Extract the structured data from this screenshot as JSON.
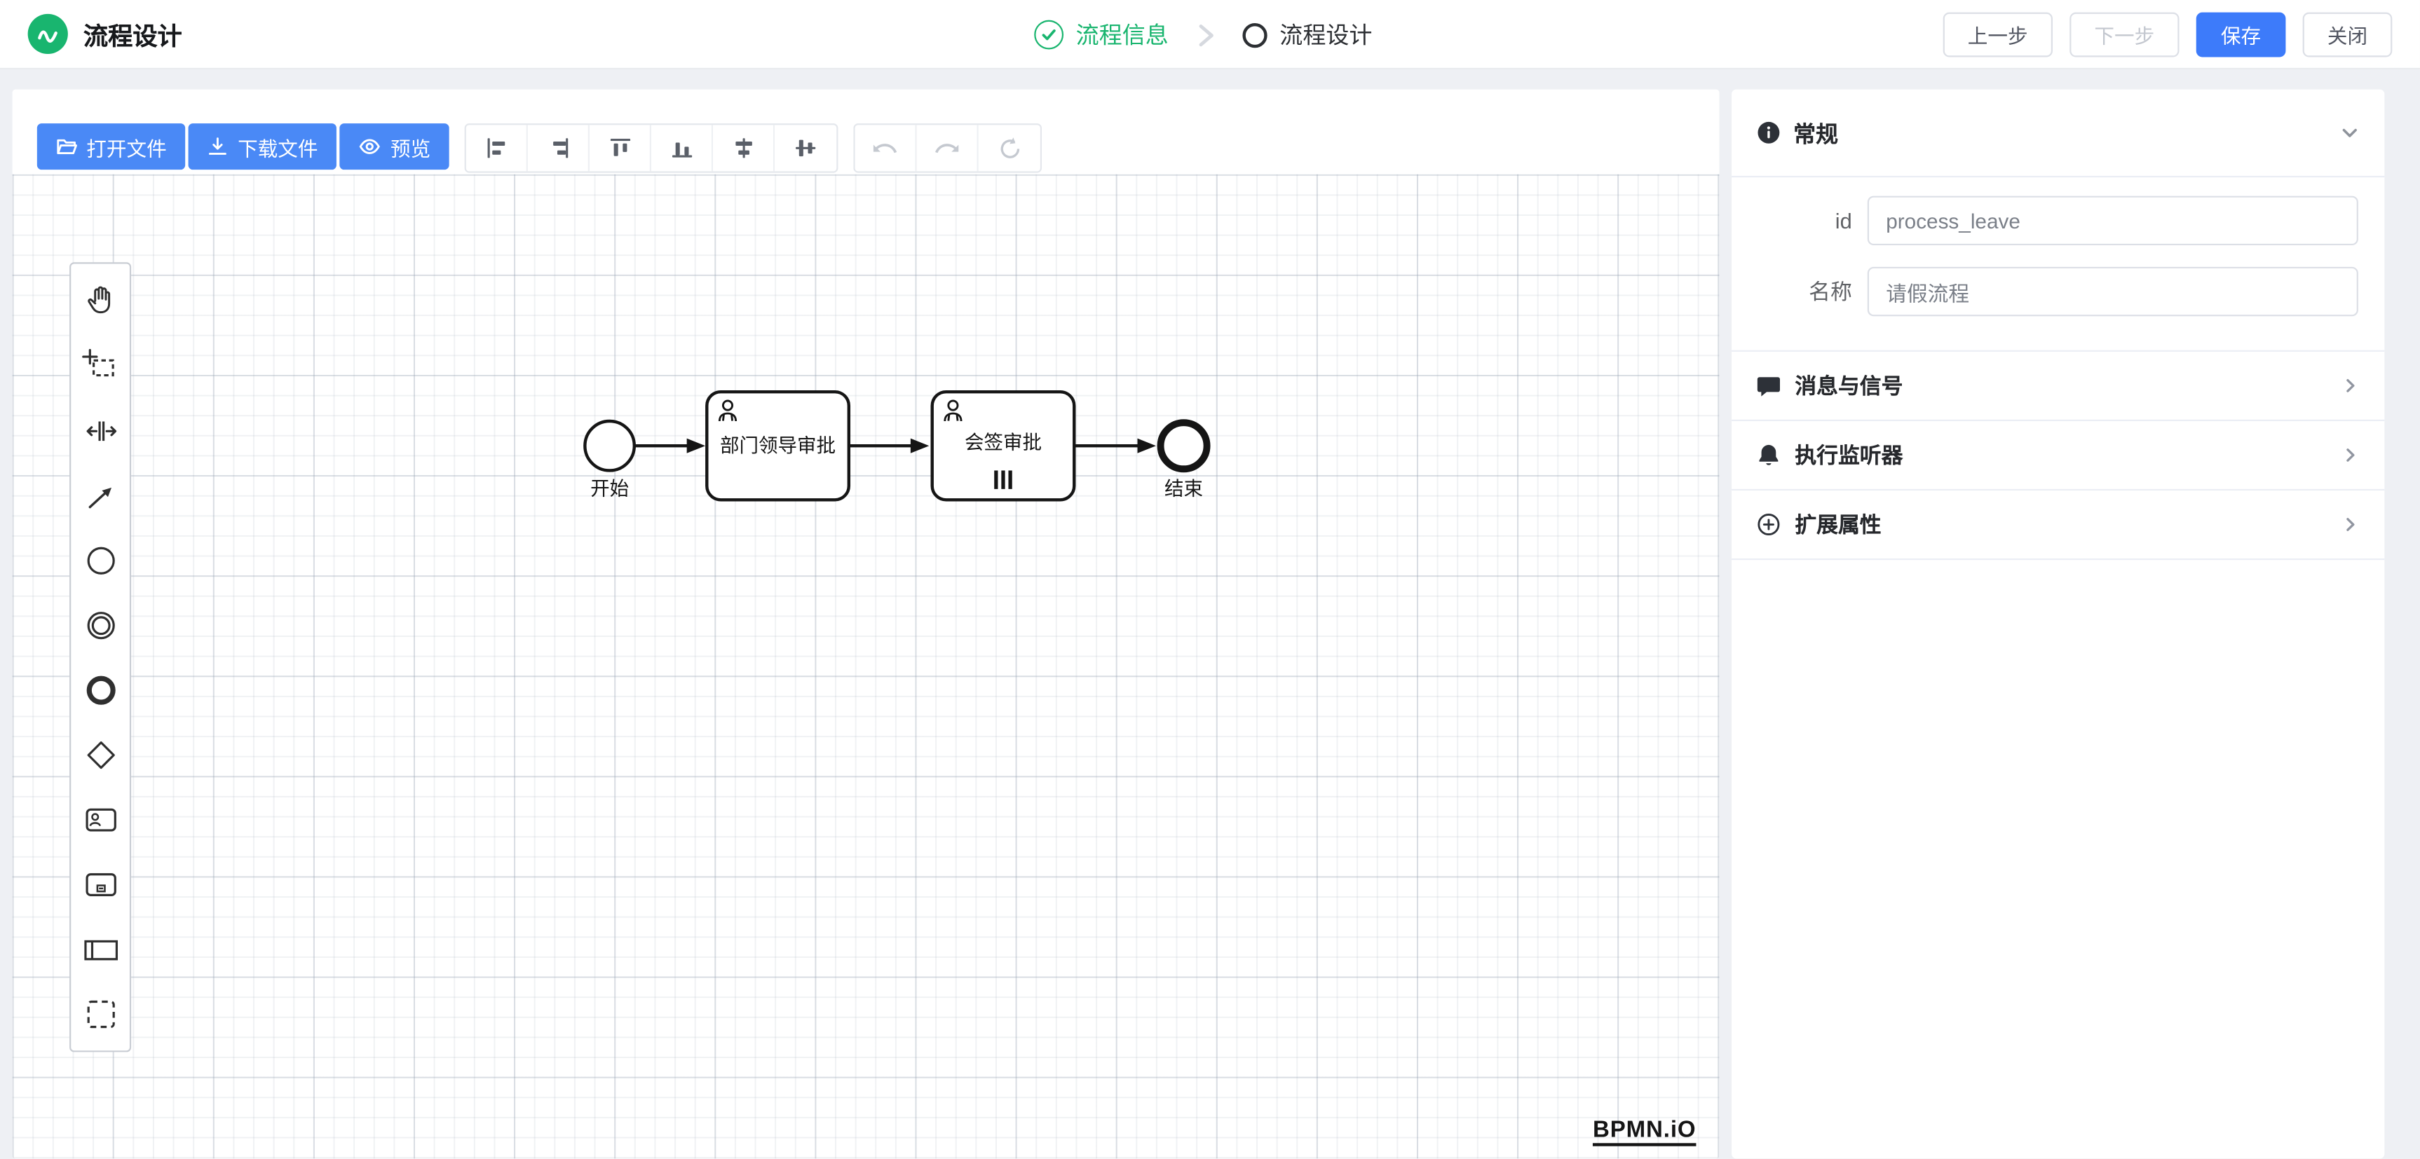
{
  "colors": {
    "primary_blue": "#3d7bfa",
    "toolbar_blue": "#4a89f6",
    "success_green": "#19b56f",
    "text_dark": "#303133",
    "text_secondary": "#606266",
    "border": "#dcdfe6",
    "background": "#eef0f4"
  },
  "header": {
    "title": "流程设计",
    "steps": [
      {
        "label": "流程信息",
        "status": "completed"
      },
      {
        "label": "流程设计",
        "status": "active"
      }
    ],
    "actions": {
      "prev": "上一步",
      "next": "下一步",
      "save": "保存",
      "close": "关闭"
    }
  },
  "toolbar": {
    "file_buttons": [
      {
        "label": "打开文件",
        "icon": "folder-open-icon"
      },
      {
        "label": "下载文件",
        "icon": "download-icon"
      },
      {
        "label": "预览",
        "icon": "eye-icon"
      }
    ],
    "align_tools": [
      "align-left",
      "align-right",
      "align-top",
      "align-bottom",
      "align-center-horizontal",
      "align-center-vertical"
    ],
    "history_tools": [
      "undo",
      "redo",
      "restart"
    ]
  },
  "palette": {
    "tools": [
      "hand-tool",
      "lasso-tool",
      "space-tool",
      "global-connect-tool"
    ],
    "elements": [
      "start-event",
      "intermediate-event",
      "end-event",
      "gateway",
      "user-task",
      "subprocess",
      "participant",
      "group"
    ]
  },
  "diagram": {
    "nodes": [
      {
        "type": "start-event",
        "label": "开始"
      },
      {
        "type": "user-task",
        "label": "部门领导审批"
      },
      {
        "type": "user-task-multi-instance",
        "label": "会签审批"
      },
      {
        "type": "end-event",
        "label": "结束"
      }
    ],
    "watermark": "BPMN.iO"
  },
  "properties_panel": {
    "general": {
      "title": "常规",
      "fields": [
        {
          "label": "id",
          "value": "process_leave"
        },
        {
          "label": "名称",
          "value": "请假流程"
        }
      ]
    },
    "sections": [
      {
        "label": "消息与信号"
      },
      {
        "label": "执行监听器"
      },
      {
        "label": "扩展属性"
      }
    ]
  }
}
